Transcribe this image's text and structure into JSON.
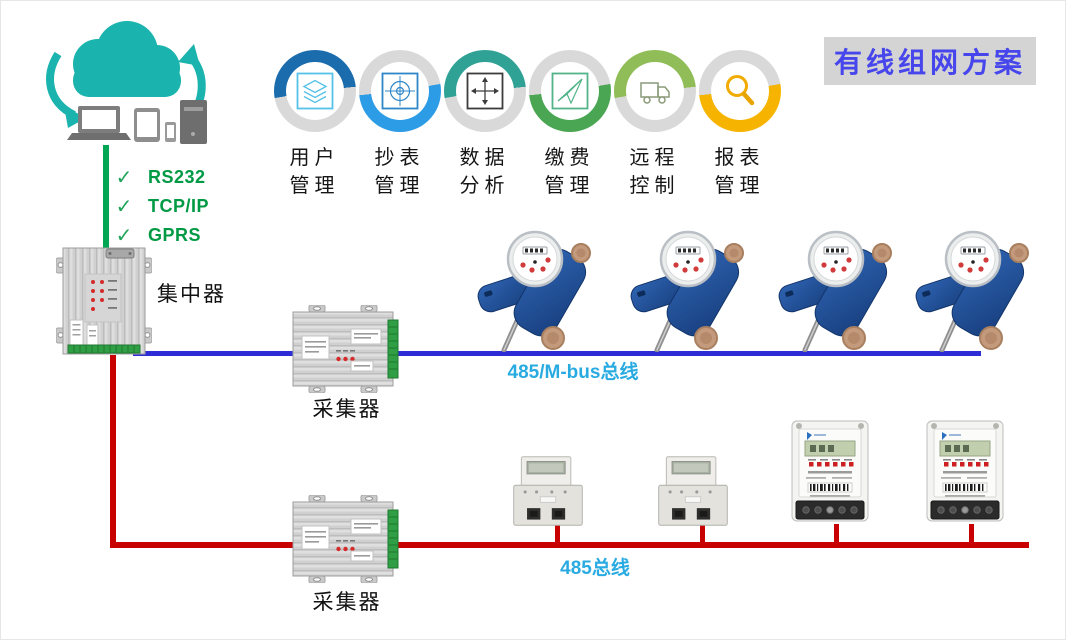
{
  "title_box": {
    "text": "有线组网方案",
    "text_color": "#4646ec",
    "background": "#d4d4d4"
  },
  "cloud_platform": {
    "check_glyph": "✓",
    "protocols": [
      "RS232",
      "TCP/IP",
      "GPRS"
    ],
    "text_color": "#009a44",
    "cloud_color": "#1ab3ad"
  },
  "features": {
    "inactive_ring_color": "#d9d9d9",
    "items": [
      {
        "line1": "用户",
        "line2": "管理",
        "icon": "layers-icon",
        "ring_color": "#1b6cac",
        "colored_half": "top"
      },
      {
        "line1": "抄表",
        "line2": "管理",
        "icon": "crosshair-icon",
        "ring_color": "#2d9ce6",
        "colored_half": "bottom"
      },
      {
        "line1": "数据",
        "line2": "分析",
        "icon": "data-arrows-icon",
        "ring_color": "#2fa295",
        "colored_half": "top"
      },
      {
        "line1": "缴费",
        "line2": "管理",
        "icon": "paper-plane-icon",
        "ring_color": "#4aa653",
        "colored_half": "bottom"
      },
      {
        "line1": "远程",
        "line2": "控制",
        "icon": "truck-icon",
        "ring_color": "#90bd57",
        "colored_half": "top"
      },
      {
        "line1": "报表",
        "line2": "管理",
        "icon": "magnifier-icon",
        "ring_color": "#f6b400",
        "colored_half": "bottom"
      }
    ]
  },
  "nodes": {
    "concentrator_label": "集中器",
    "collector_top_label": "采集器",
    "collector_bottom_label": "采集器"
  },
  "buses": {
    "uplink_color": "#00a651",
    "water_bus": {
      "label": "485/M-bus总线",
      "color": "#2d2dd8"
    },
    "electric_bus": {
      "label": "485总线",
      "color": "#c80000"
    },
    "label_color": "#29abe2"
  },
  "device_counts": {
    "water_meters": 4,
    "din_rail_meters": 2,
    "electric_meters": 2
  }
}
